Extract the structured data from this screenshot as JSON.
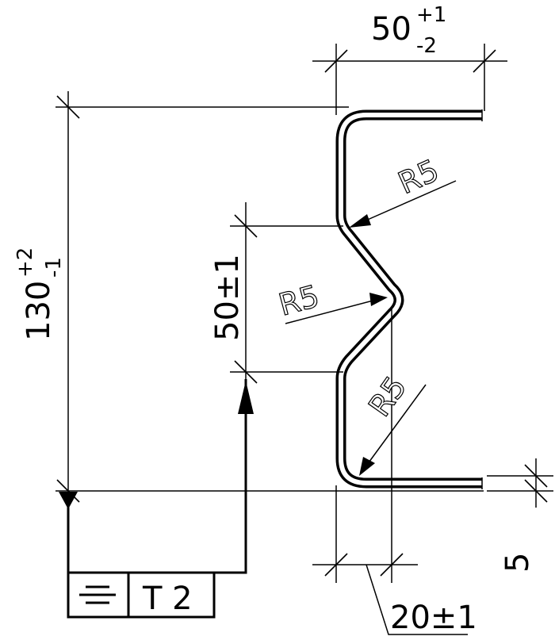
{
  "dimensions": {
    "top_width": {
      "nominal": "50",
      "upper": "+1",
      "lower": "-2"
    },
    "total_height": {
      "nominal": "130",
      "upper": "+2",
      "lower": "-1"
    },
    "middle_height": {
      "text": "50±1"
    },
    "bottom_offset": {
      "text": "20±1"
    },
    "thickness": {
      "text": "5"
    }
  },
  "radii": {
    "top_right": "R5",
    "middle_left": "R5",
    "bottom": "R5"
  },
  "feature_control": {
    "symbol": "symmetry-icon",
    "tolerance": "T 2"
  }
}
